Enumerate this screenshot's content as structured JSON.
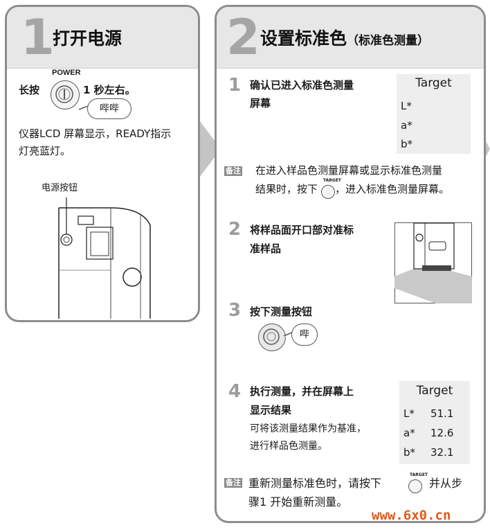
{
  "step1": {
    "number": "1",
    "title": "打开电源",
    "long_press": "长按",
    "power_label": "POWER",
    "seconds": "1 秒左右。",
    "beep": "哔哔",
    "lcd_line1": "仪器LCD 屏幕显示，READY指示",
    "lcd_line2": "灯亮蓝灯。",
    "button_label": "电源按钮"
  },
  "step2": {
    "number": "2",
    "title": "设置标准色",
    "title_sub": "（标准色测量）",
    "sub1": {
      "number": "1",
      "line1": "确认已进入标准色测量",
      "line2": "屏幕",
      "target_box": {
        "title": "Target",
        "rows": [
          "L*",
          "a*",
          "b*"
        ]
      }
    },
    "note1": {
      "tag": "备注",
      "line1": "在进入样品色测量屏幕或显示标准色测量",
      "line2a": "结果时，按下",
      "target_small": "TARGET",
      "line2b": "，进入标准色测量屏幕。"
    },
    "sub2": {
      "number": "2",
      "line1": "将样品面开口部对准标",
      "line2": "准样品"
    },
    "sub3": {
      "number": "3",
      "line1": "按下测量按钮",
      "beep": "哔"
    },
    "sub4": {
      "number": "4",
      "line1": "执行测量，并在屏幕上",
      "line2": "显示结果",
      "desc1": "可将该测量结果作为基准，",
      "desc2": "进行样品色测量。",
      "target_box": {
        "title": "Target",
        "rows": [
          {
            "label": "L*",
            "value": "51.1"
          },
          {
            "label": "a*",
            "value": "12.6"
          },
          {
            "label": "b*",
            "value": "32.1"
          }
        ]
      }
    },
    "note2": {
      "tag": "备注",
      "line1a": "重新测量标准色时，请按下",
      "target_small": "TARGET",
      "line1b": "并从步",
      "line2": "骤1 开始重新测量。"
    }
  },
  "footer": {
    "url": "www.6x0.cn"
  }
}
